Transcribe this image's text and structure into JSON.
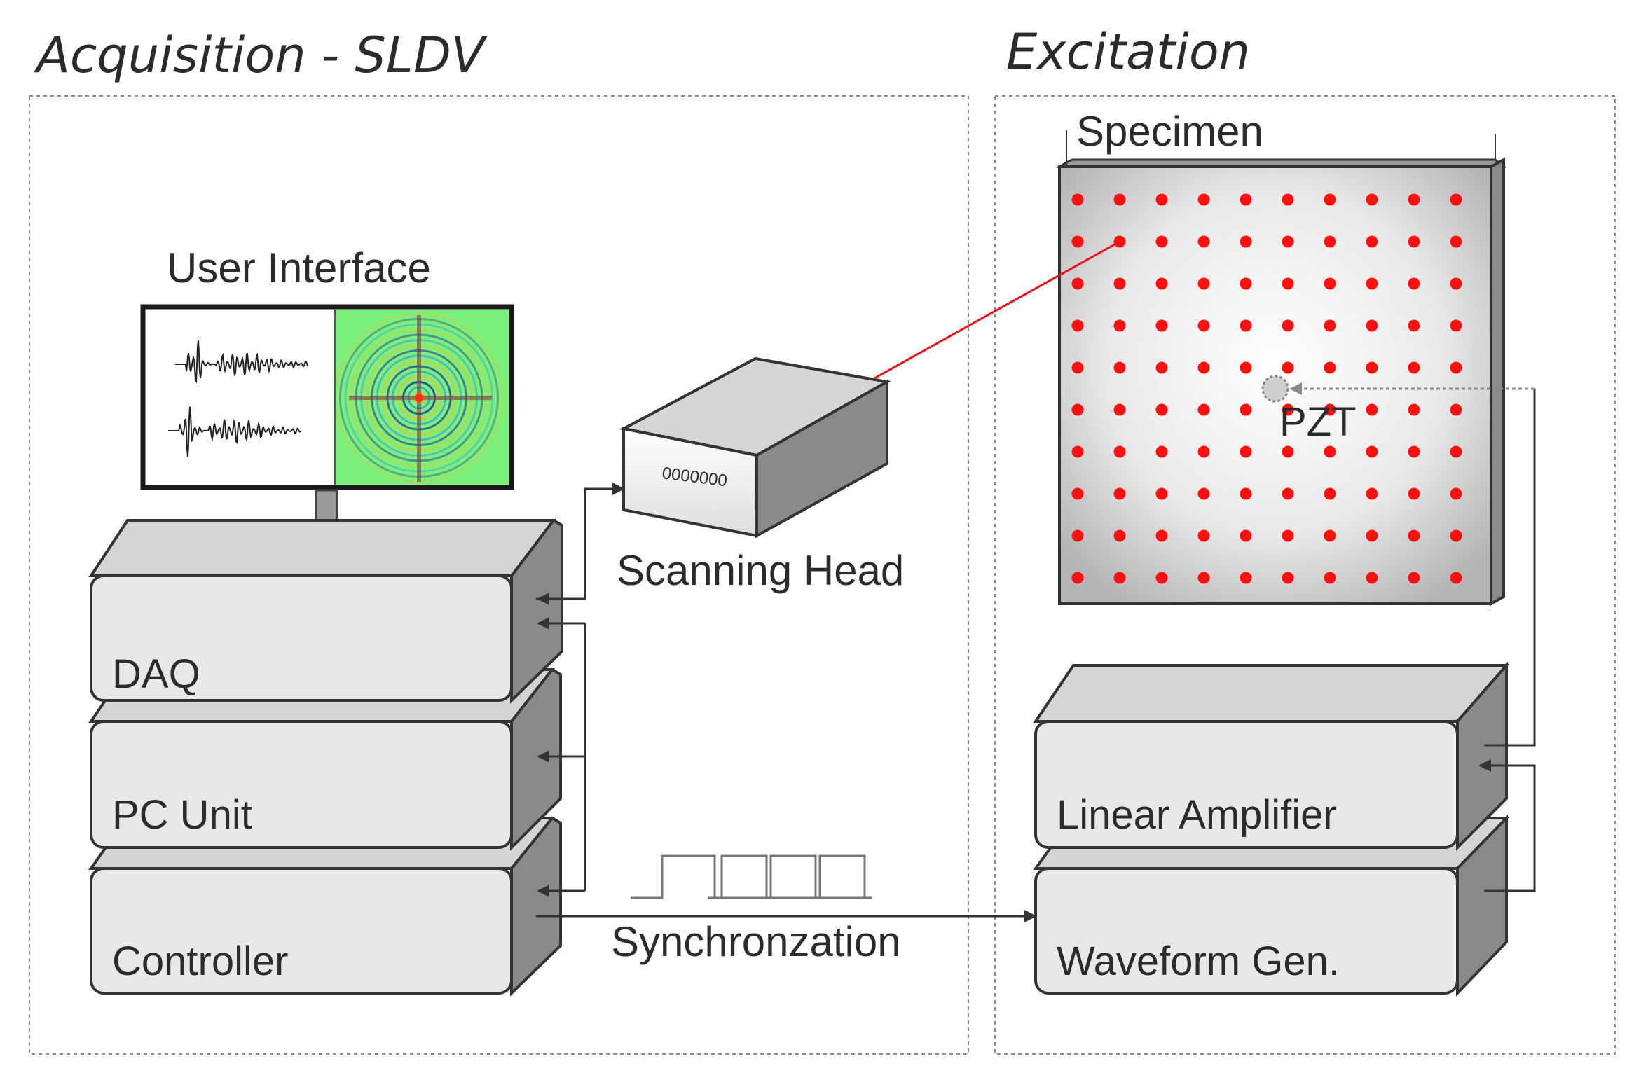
{
  "sections": {
    "acquisition": {
      "title": "Acquisition - SLDV"
    },
    "excitation": {
      "title": "Excitation"
    }
  },
  "labels": {
    "user_interface": "User Interface",
    "scanning_head": "Scanning Head",
    "scanner_display": "0000000",
    "specimen": "Specimen",
    "pzt": "PZT",
    "synchronization": "Synchronzation"
  },
  "units": {
    "daq": "DAQ",
    "pc_unit": "PC Unit",
    "controller": "Controller",
    "linear_amplifier": "Linear Amplifier",
    "waveform_gen": "Waveform Gen."
  },
  "colors": {
    "laser": "#e8111a",
    "dot": "#ff1010",
    "box_face": "#e8e8e8",
    "box_side": "#8a8a8a",
    "box_top": "#d4d4d4",
    "wavefield_bg": "#7cf07c",
    "line": "#333333"
  }
}
